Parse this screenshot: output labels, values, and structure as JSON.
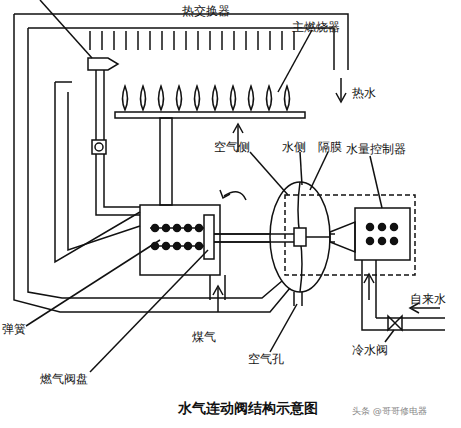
{
  "diagram": {
    "caption": "水气连动阀结构示意图",
    "labels": [
      "热交换器",
      "主燃烧器",
      "热水",
      "空气侧",
      "水侧",
      "隔膜",
      "水量控制器",
      "空气孔",
      "煤气",
      "自来水",
      "冷水阀",
      "弹簧",
      "燃气阀盘",
      "头条 @哥哥修电器"
    ]
  }
}
